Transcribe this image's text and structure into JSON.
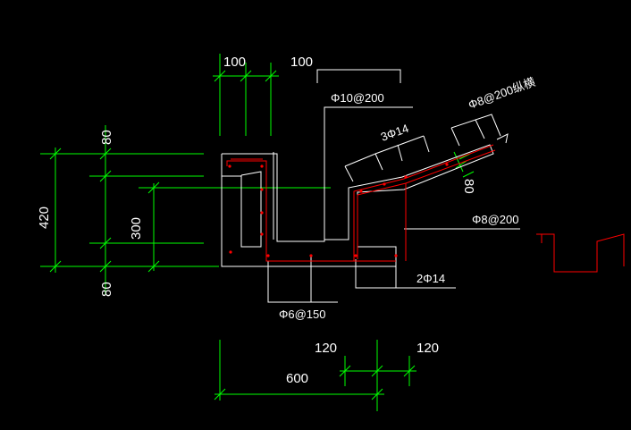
{
  "colors": {
    "background": "#000000",
    "dimension": "#00ff00",
    "outline": "#ffffff",
    "rebar": "#ff0000"
  },
  "dimensions": {
    "top_left": "100",
    "top_right": "100",
    "left_upper": "80",
    "left_total": "420",
    "left_middle": "300",
    "left_lower": "80",
    "slope_thickness": "80",
    "bottom_mid": "120",
    "bottom_right": "120",
    "bottom_total": "600"
  },
  "callouts": {
    "top_rebar": "Φ10@200",
    "slope_rebar": "Φ8@200纵横",
    "slope_bars": "3Φ14",
    "right_rebar": "Φ8@200",
    "bottom_bars": "2Φ14",
    "stirrup": "Φ6@150"
  }
}
